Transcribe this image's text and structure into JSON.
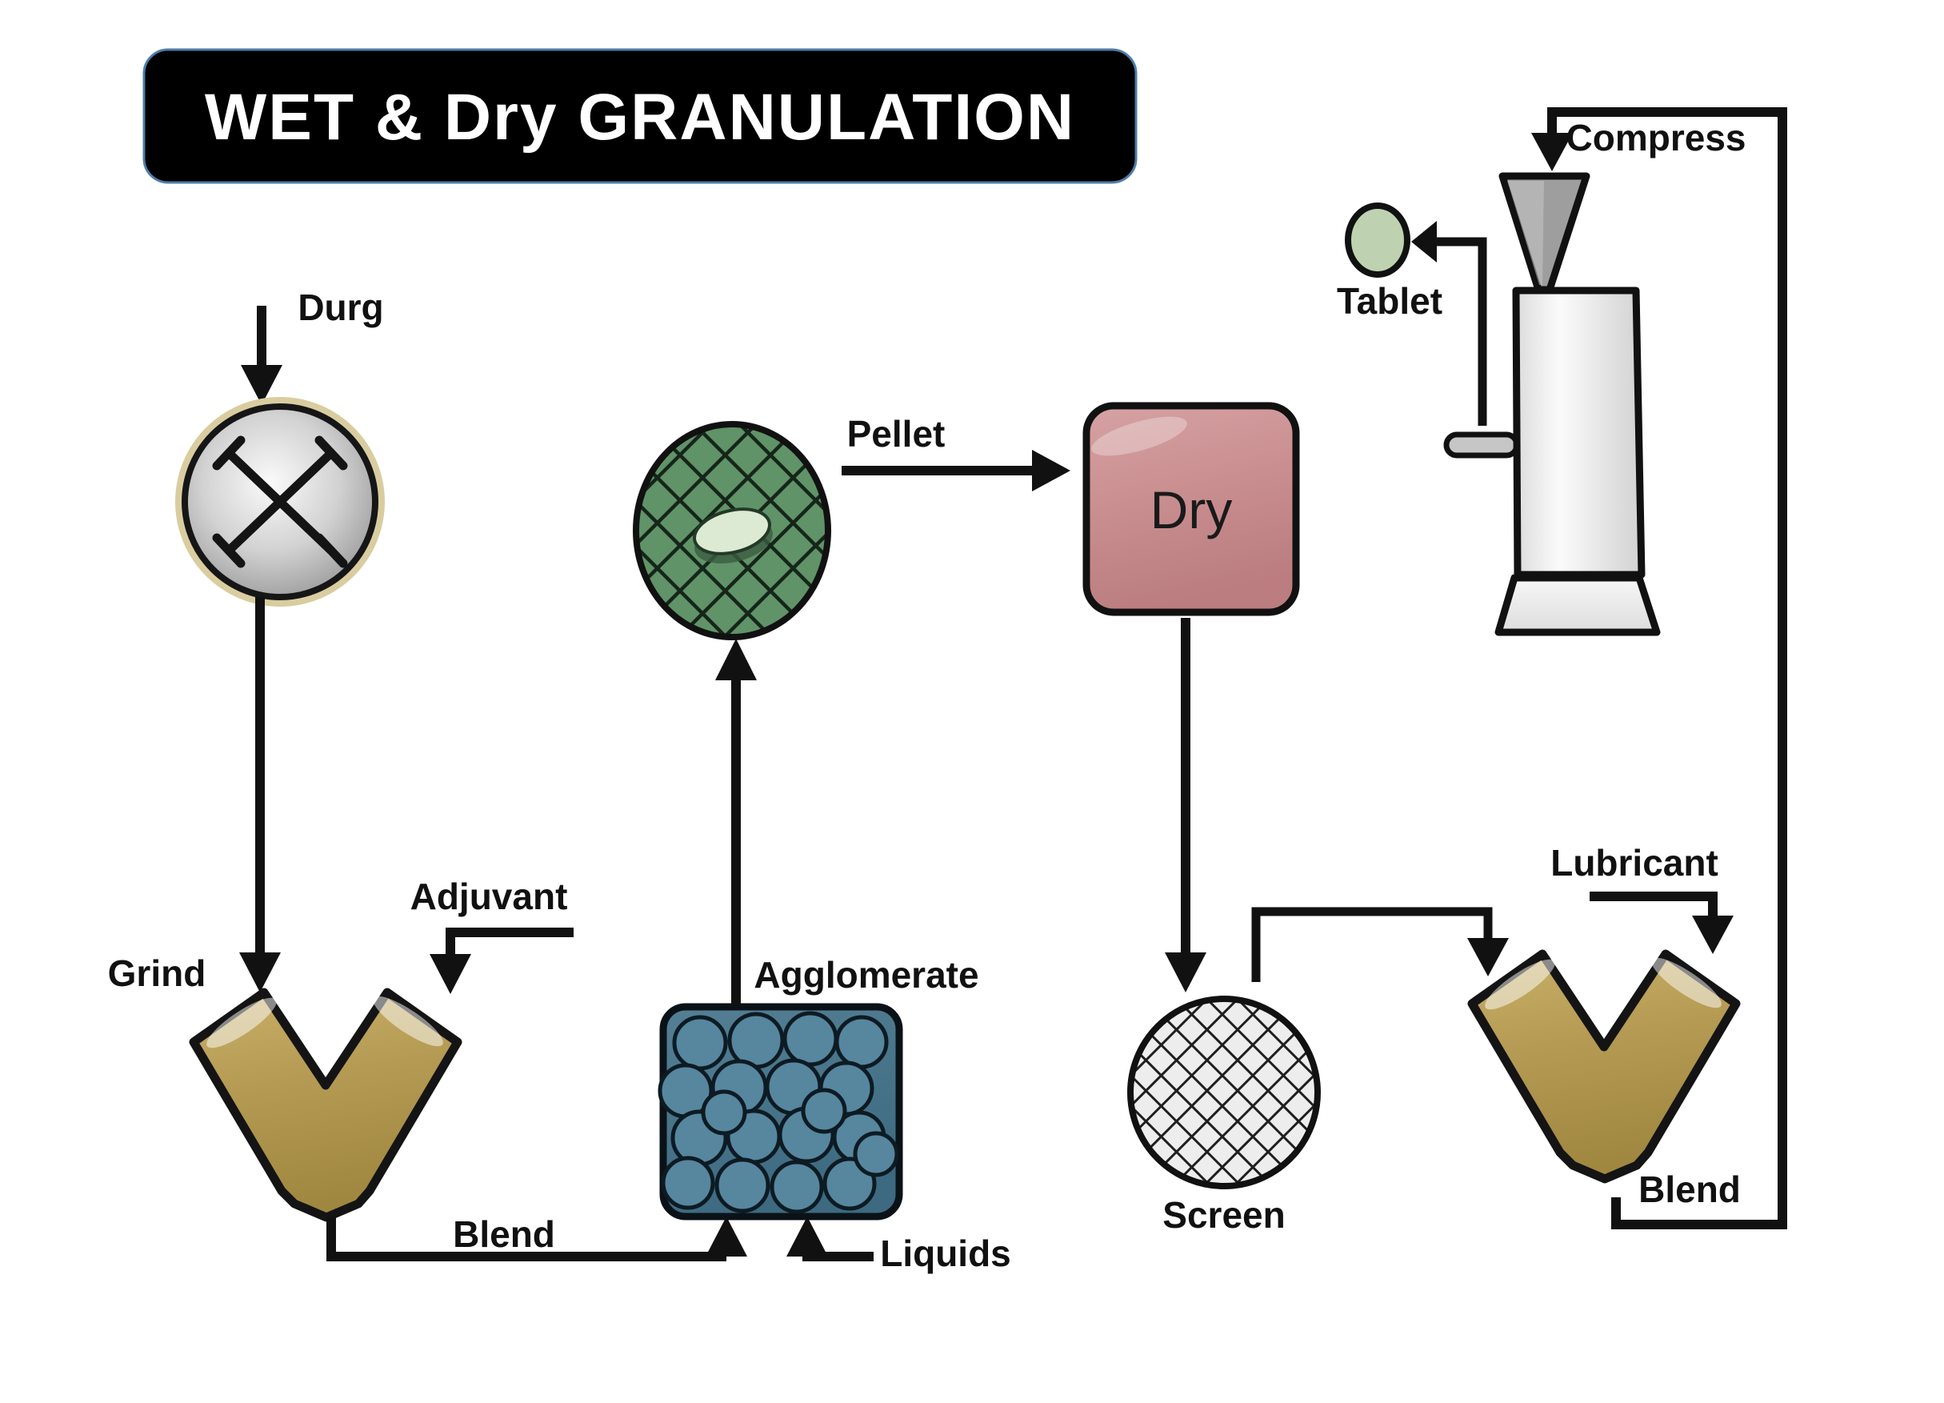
{
  "title": "WET & Dry GRANULATION",
  "labels": {
    "drug": "Durg",
    "grind": "Grind",
    "adjuvant": "Adjuvant",
    "blend_wet": "Blend",
    "agglomerate": "Agglomerate",
    "liquids": "Liquids",
    "pellet": "Pellet",
    "dry": "Dry",
    "screen": "Screen",
    "lubricant": "Lubricant",
    "blend_dry": "Blend",
    "compress": "Compress",
    "tablet": "Tablet"
  },
  "icons": {
    "mixer": "mixer-circle-icon",
    "v_blender_left": "v-blender-icon",
    "v_blender_right": "v-blender-icon",
    "agglomerate_bed": "particle-bed-icon",
    "pellet_mesh": "mesh-pellet-icon",
    "dry_pad": "dry-pad-icon",
    "screen_mesh": "screen-mesh-icon",
    "tablet_press": "tablet-press-icon",
    "tablet_pill": "tablet-pill-icon"
  },
  "colors": {
    "background": "#ffffff",
    "title_bg": "#000000",
    "title_text": "#ffffff",
    "line": "#111111",
    "blender_gold": "#b49a52",
    "mixer_ring_tan": "#d9cda0",
    "pellet_green": "#5c8f63",
    "pellet_core": "#dcead3",
    "dry_pink": "#c98e90",
    "agglomerate_teal": "#4a7890",
    "screen_gray": "#eeeeee",
    "tablet_green": "#bed2b2",
    "machine_gray": "#e9e9e9",
    "funnel_gray": "#9e9e9e"
  }
}
